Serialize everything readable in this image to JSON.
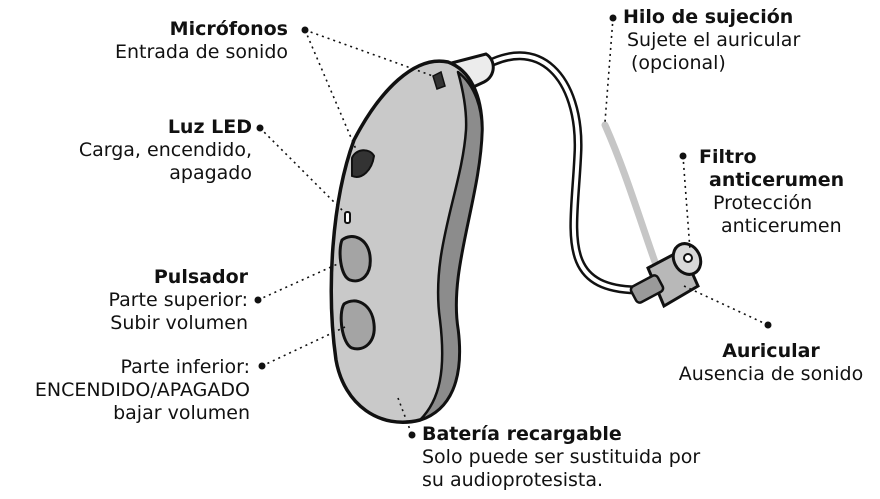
{
  "labels": {
    "microfonos": {
      "title": "Micrófonos",
      "lines": [
        "Entrada de sonido"
      ]
    },
    "luz_led": {
      "title": "Luz LED",
      "lines": [
        "Carga, encendido,",
        "apagado"
      ]
    },
    "pulsador": {
      "title": "Pulsador",
      "lines": [
        "Parte superior:",
        "Subir volumen"
      ]
    },
    "parte_inferior": {
      "lines": [
        "Parte inferior:",
        "ENCENDIDO/APAGADO",
        "bajar volumen"
      ]
    },
    "bateria": {
      "title": "Batería recargable",
      "lines": [
        "Solo puede ser sustituida por",
        "su audioprotesista."
      ]
    },
    "hilo": {
      "title": "Hilo de sujeción",
      "lines": [
        "Sujete el auricular",
        "(opcional)"
      ]
    },
    "filtro": {
      "title": "Filtro",
      "title2": "anticerumen",
      "lines": [
        "Protección",
        "anticerumen"
      ]
    },
    "auricular": {
      "title": "Auricular",
      "lines": [
        "Ausencia de sonido"
      ]
    }
  },
  "colors": {
    "body_light": "#c9c9c9",
    "body_dark": "#8c8c8c",
    "retention_wire": "#c6c6c6",
    "outline": "#111111"
  }
}
